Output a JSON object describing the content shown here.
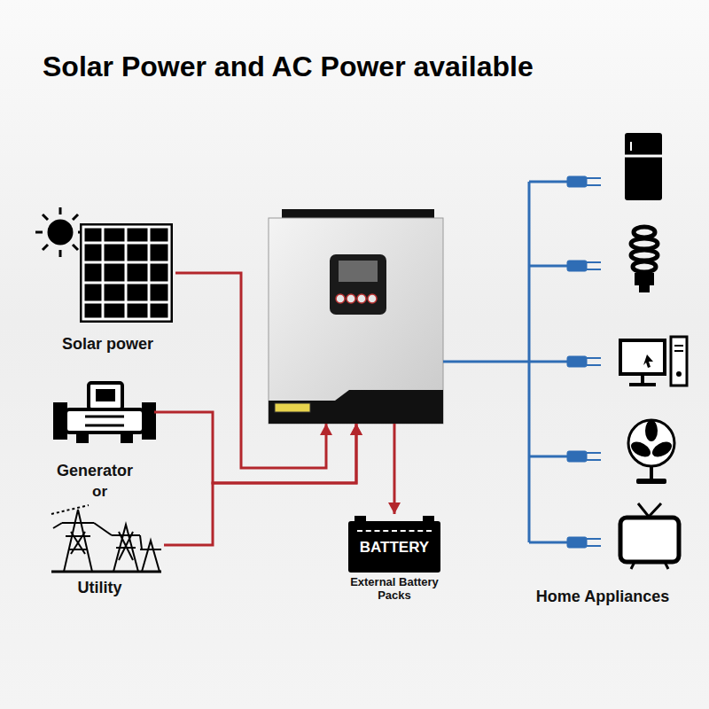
{
  "diagram": {
    "title": "Solar Power and AC Power available",
    "nodes": [
      {
        "text": [
          "Solar power"
        ]
      },
      {
        "text": [
          "Generator"
        ]
      },
      {
        "text": [
          "Utility"
        ]
      },
      {
        "text": []
      },
      {
        "text": [
          "BATTERY",
          "External Battery Packs"
        ]
      },
      {
        "text": [
          "Home Appliances"
        ]
      }
    ],
    "edges": [
      {
        "from": 0,
        "to": 3,
        "arrow": "to"
      },
      {
        "from": 1,
        "to": 3,
        "arrow": "to"
      },
      {
        "from": 2,
        "to": 3,
        "arrow": "to"
      },
      {
        "from": 3,
        "to": 4,
        "arrow": "to"
      },
      {
        "from": 3,
        "to": 5,
        "arrow": "none"
      }
    ],
    "labels": [
      "or"
    ]
  }
}
